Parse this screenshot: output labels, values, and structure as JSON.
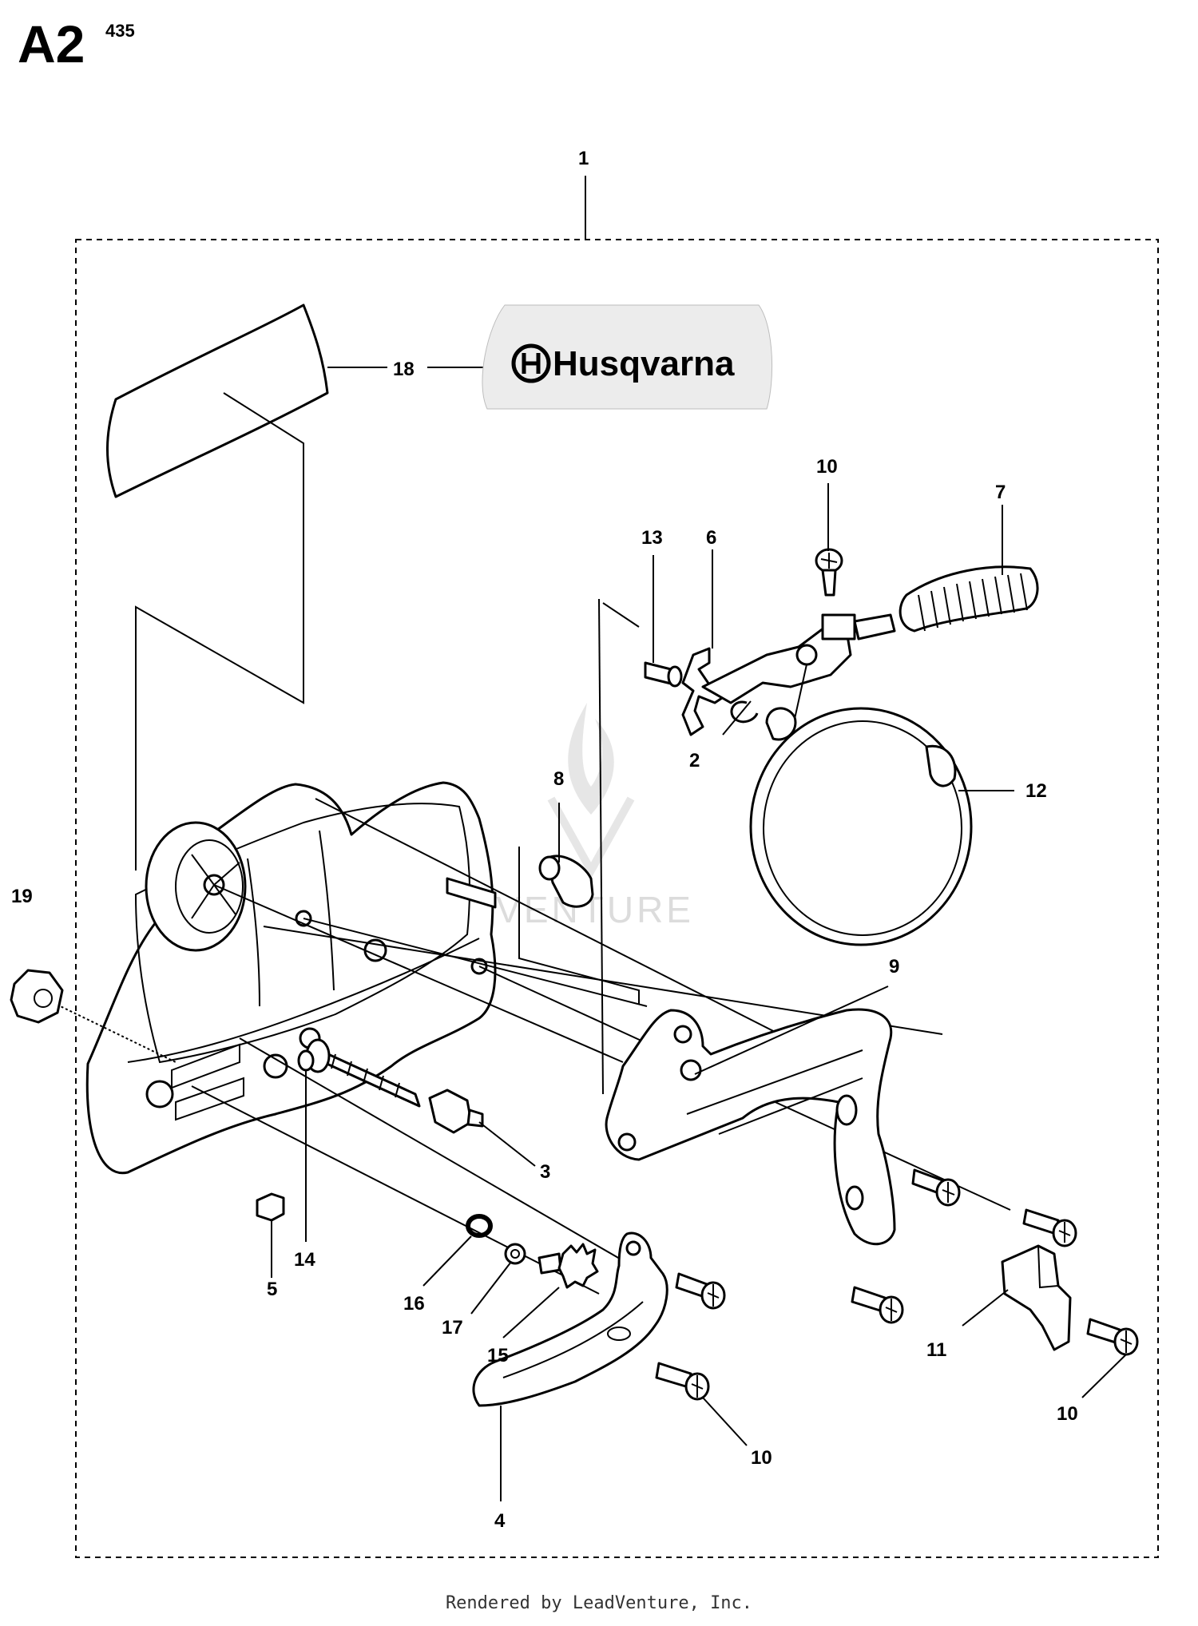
{
  "header": {
    "section": "A2",
    "model": "435"
  },
  "brand": {
    "logo_text": "Husqvarna"
  },
  "watermark": {
    "text": "LEADVENTURE"
  },
  "footer": {
    "text": "Rendered by LeadVenture, Inc."
  },
  "callouts": [
    {
      "id": "c1",
      "label": "1"
    },
    {
      "id": "c18",
      "label": "18"
    },
    {
      "id": "c10a",
      "label": "10"
    },
    {
      "id": "c7",
      "label": "7"
    },
    {
      "id": "c13",
      "label": "13"
    },
    {
      "id": "c6",
      "label": "6"
    },
    {
      "id": "c2",
      "label": "2"
    },
    {
      "id": "c8",
      "label": "8"
    },
    {
      "id": "c12",
      "label": "12"
    },
    {
      "id": "c19",
      "label": "19"
    },
    {
      "id": "c9",
      "label": "9"
    },
    {
      "id": "c3",
      "label": "3"
    },
    {
      "id": "c14",
      "label": "14"
    },
    {
      "id": "c5",
      "label": "5"
    },
    {
      "id": "c16",
      "label": "16"
    },
    {
      "id": "c17",
      "label": "17"
    },
    {
      "id": "c15",
      "label": "15"
    },
    {
      "id": "c11",
      "label": "11"
    },
    {
      "id": "c10b",
      "label": "10"
    },
    {
      "id": "c10c",
      "label": "10"
    },
    {
      "id": "c4",
      "label": "4"
    }
  ]
}
